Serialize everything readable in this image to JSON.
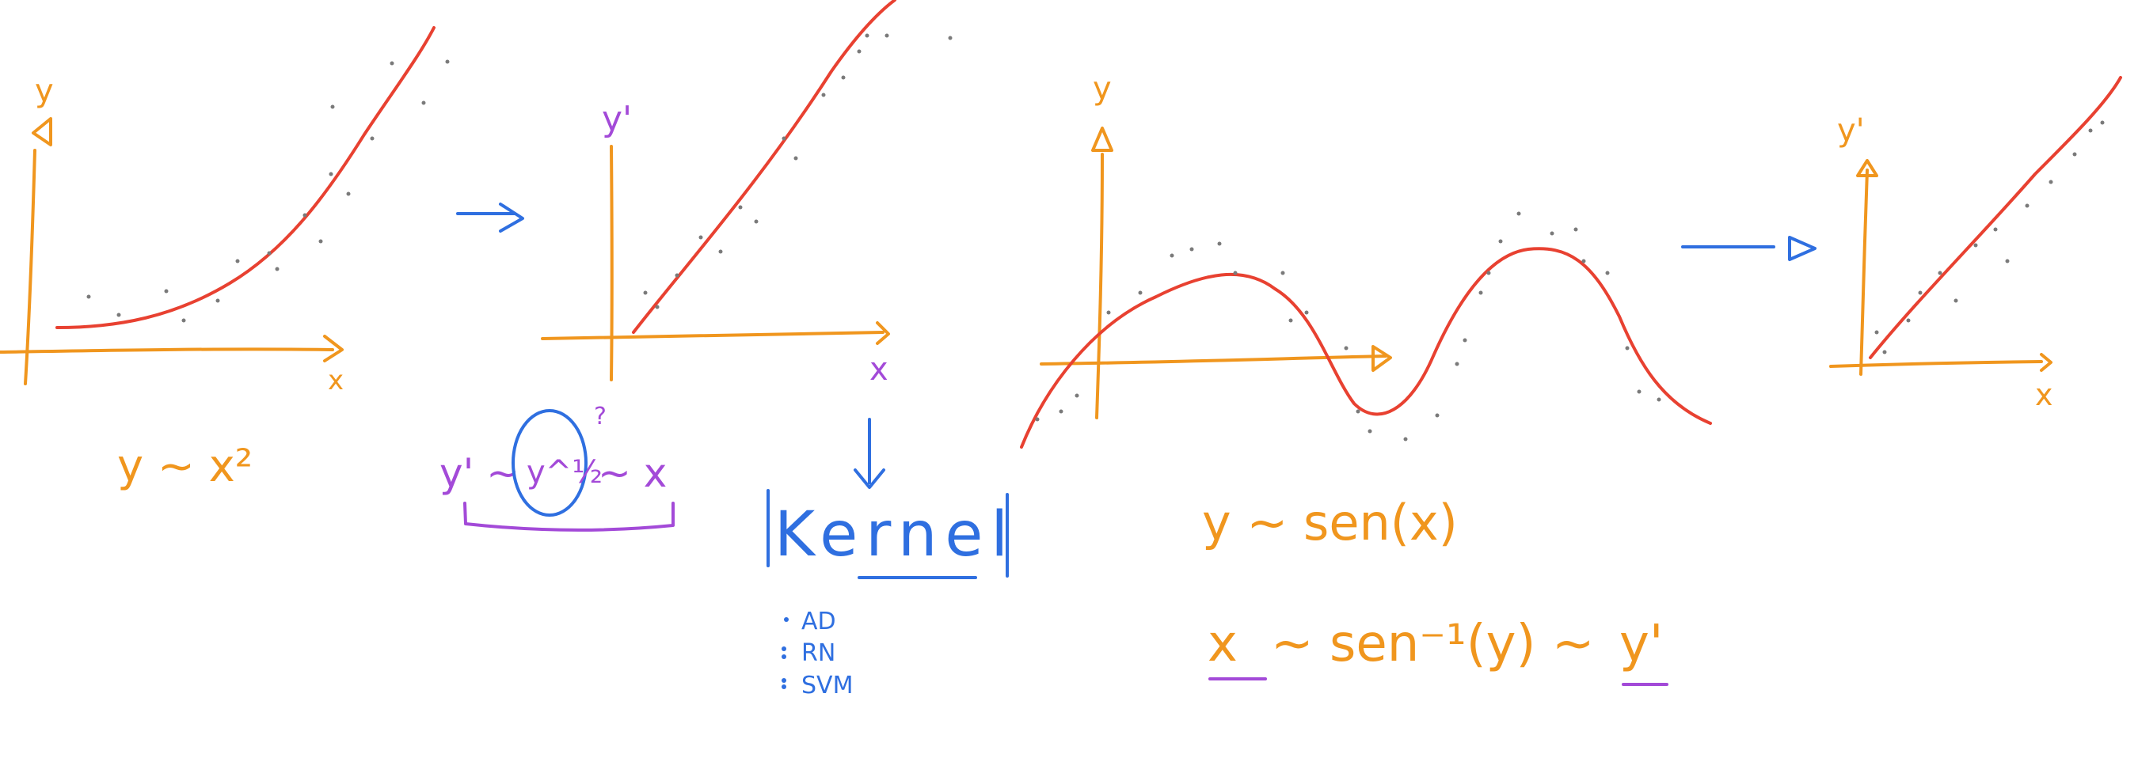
{
  "colors": {
    "orange": "#f0961e",
    "red": "#e84131",
    "blue": "#2f6fe0",
    "purple": "#a34ad8",
    "dots": "#7a7a7a",
    "background": "#ffffff"
  },
  "panel1": {
    "y_label": "y",
    "x_label": "x",
    "formula": "y ~ x²"
  },
  "panel2": {
    "y_label": "y'",
    "x_label": "x",
    "formula_left": "y' ~",
    "circled_term": "y^½",
    "question_mark": "?",
    "formula_right": "~ x"
  },
  "kernel": {
    "title": "Kernel",
    "items": [
      "AD",
      "RN",
      "SVM"
    ]
  },
  "panel3": {
    "y_label": "y",
    "formula1": "y ~ sen(x)",
    "formula2_x": "x",
    "formula2_mid": "~ sen⁻¹(y) ~",
    "formula2_y": "y'"
  },
  "panel4": {
    "y_label": "y'",
    "x_label": "x"
  }
}
